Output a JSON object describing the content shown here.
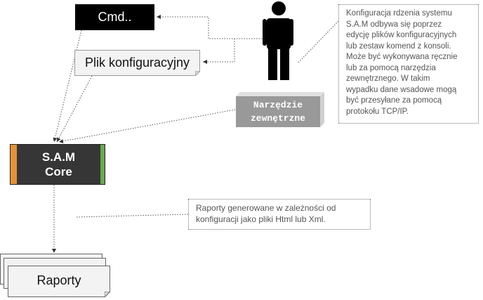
{
  "nodes": {
    "cmd": {
      "label": "Cmd.."
    },
    "config_file": {
      "label": "Plik konfiguracyjny"
    },
    "external_tool": {
      "line1": "Narzędzie",
      "line2": "zewnętrzne"
    },
    "core": {
      "line1": "S.A.M",
      "line2": "Core"
    },
    "reports": {
      "label": "Raporty"
    }
  },
  "notes": {
    "configuration": {
      "lines": [
        "Konfiguracja rdzenia systemu",
        "S.A.M odbywa się poprzez",
        "edycję plików konfiguracyjnych",
        "lub zestaw komend z konsoli.",
        "Może być wykonywana ręcznie",
        "lub za pomocą narzędzia",
        "zewnętrznego. W takim",
        "wypadku dane wsadowe mogą",
        "być przesyłane za pomocą",
        "protokołu TCP/IP."
      ]
    },
    "reports": {
      "lines": [
        "Raporty generowane w zależności od",
        "konfiguracji jako pliki Html lub Xml."
      ]
    }
  },
  "colors": {
    "core_fill": "#363636",
    "core_left_accent": "#e69138",
    "core_right_accent": "#6aa84f",
    "tool_fill": "#999999",
    "person_fill": "#000000"
  }
}
